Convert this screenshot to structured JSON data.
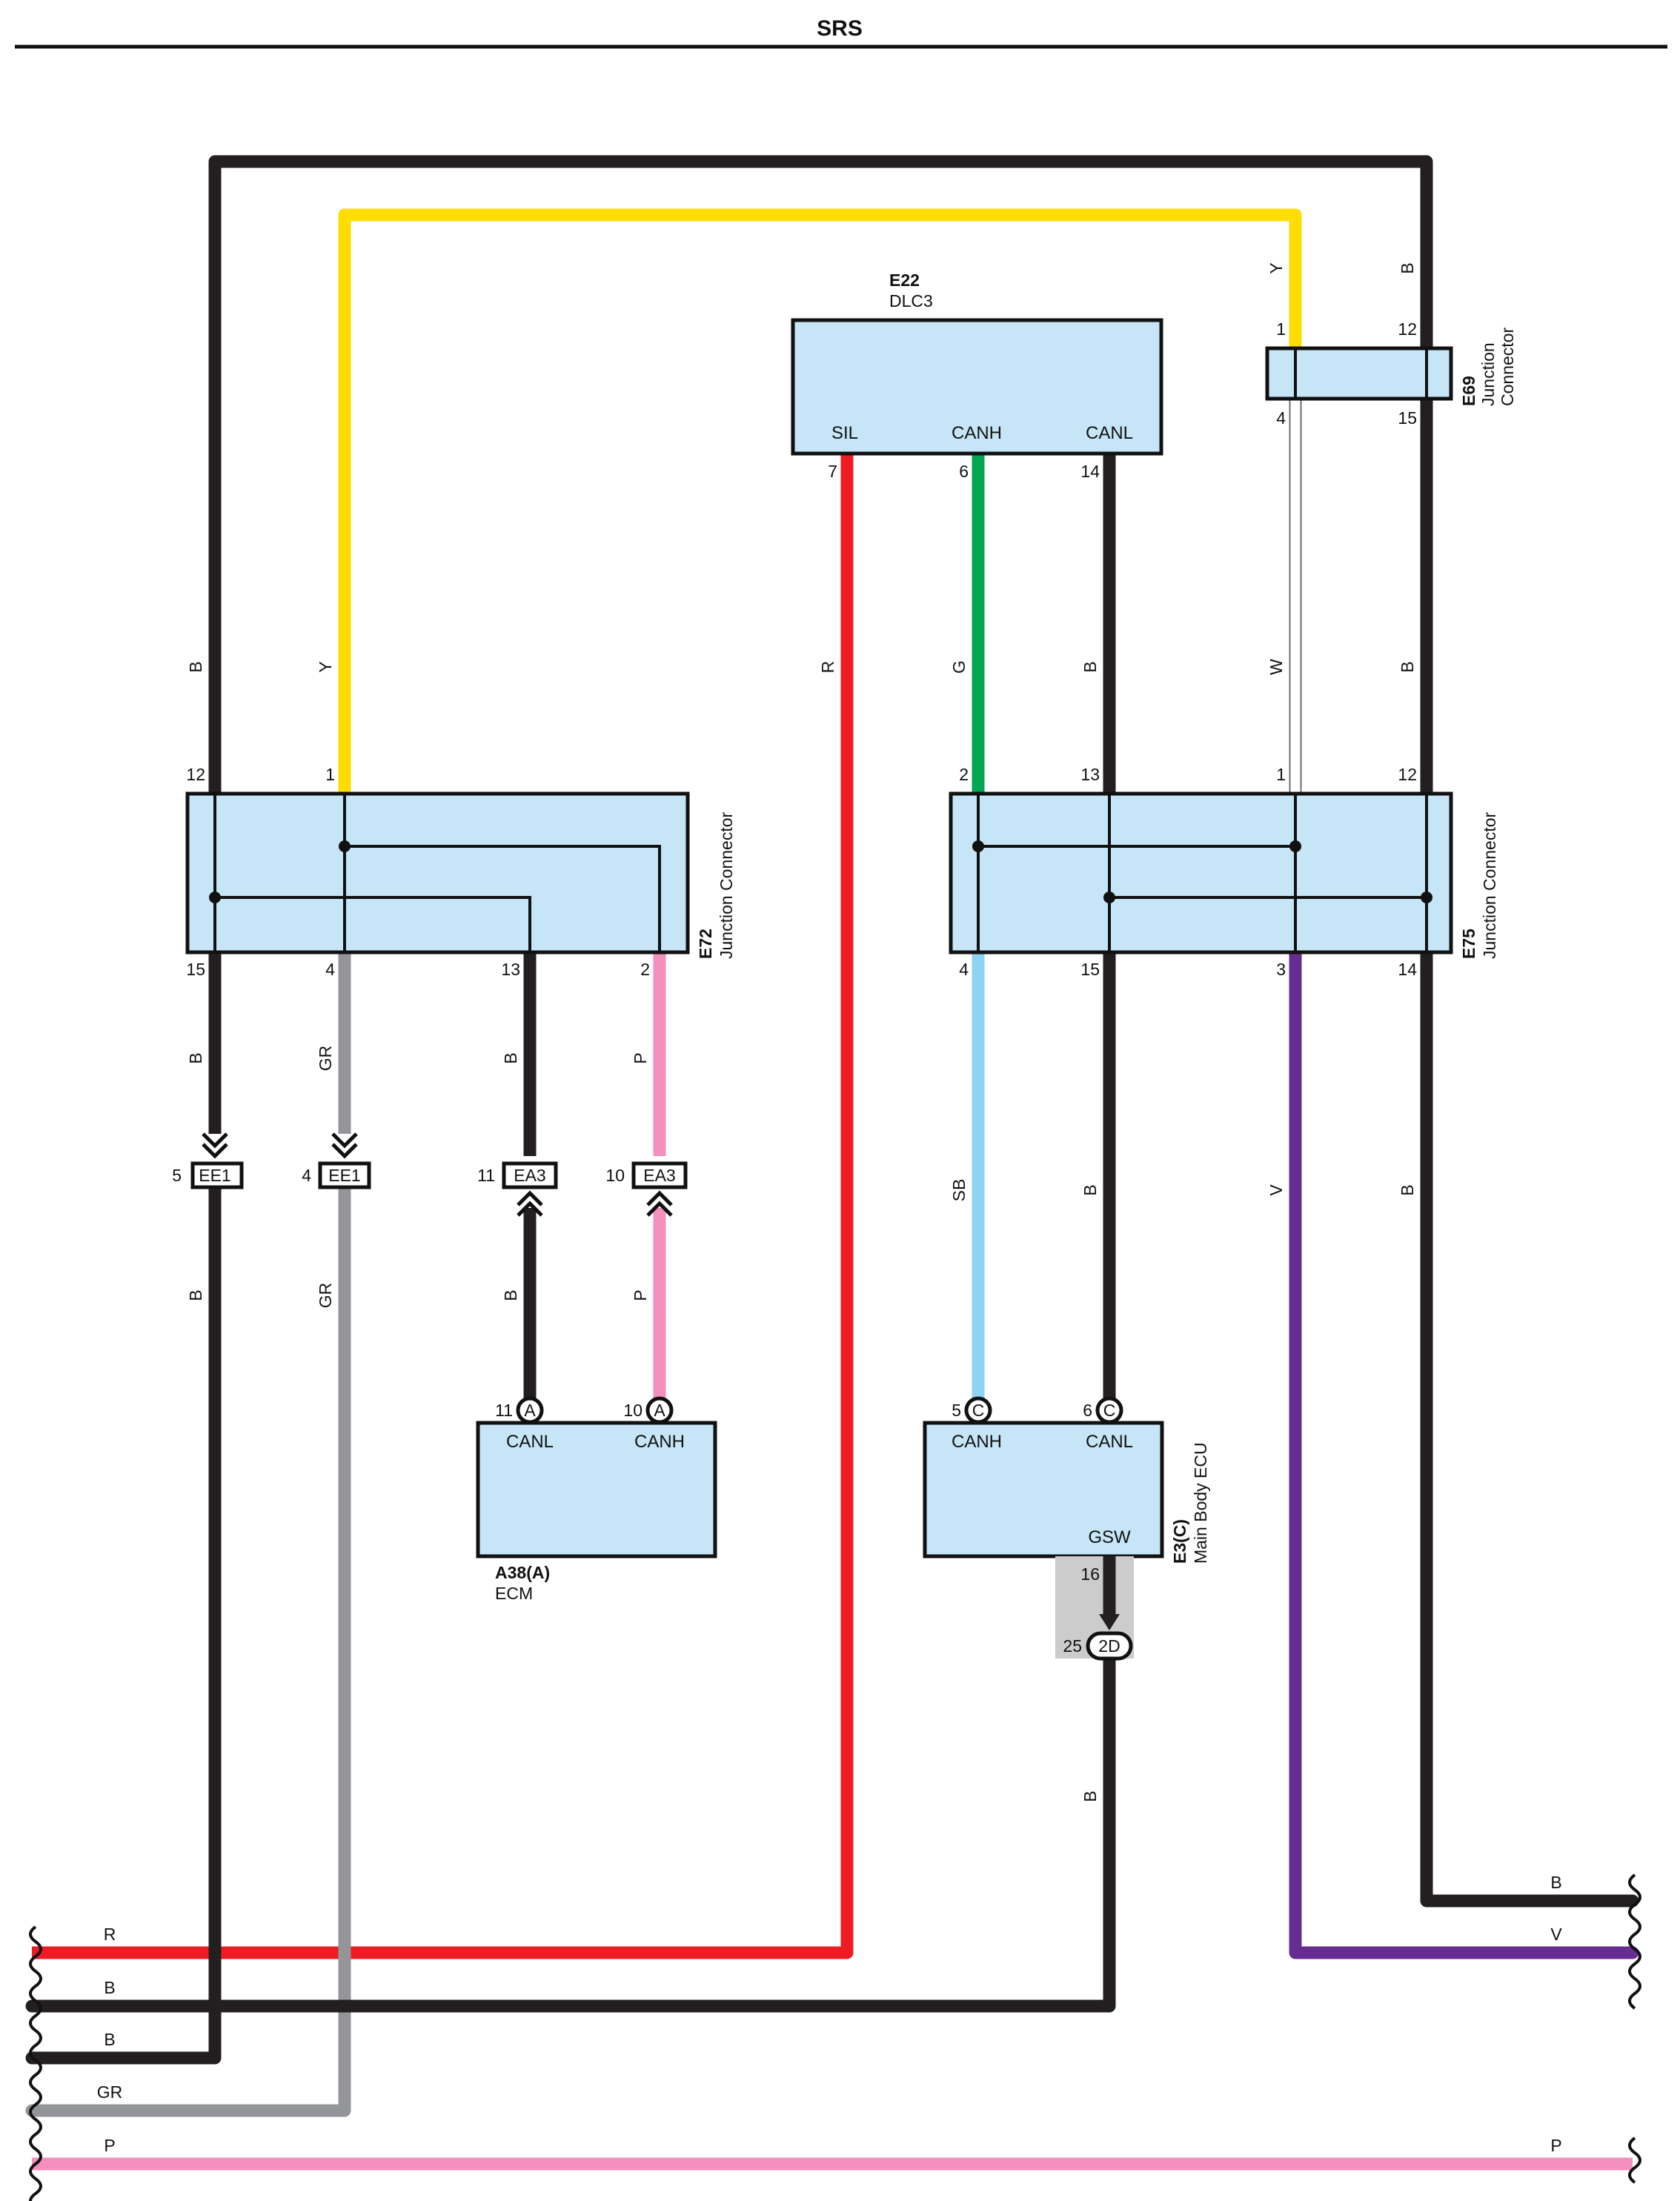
{
  "title": "SRS",
  "colors": {
    "B": "#231f20",
    "Y": "#ffdd00",
    "R": "#ed1c24",
    "G": "#00a651",
    "W": "#ffffff",
    "GR": "#939598",
    "P": "#f48fbe",
    "SB": "#8fd3f4",
    "V": "#662d91",
    "box_fill": "#c6e6f7",
    "shade": "#cccccc"
  },
  "components": {
    "e22": {
      "id": "E22",
      "name": "DLC3",
      "terminals": {
        "sil": "SIL",
        "canh": "CANH",
        "canl": "CANL"
      }
    },
    "e69": {
      "id": "E69",
      "name_line1": "Junction",
      "name_line2": "Connector"
    },
    "e72": {
      "id": "E72",
      "name": "Junction Connector"
    },
    "e75": {
      "id": "E75",
      "name": "Junction Connector"
    },
    "a38": {
      "id": "A38(A)",
      "name": "ECM",
      "terminals": {
        "canl": "CANL",
        "canh": "CANH"
      },
      "pin_letter": "A"
    },
    "e3": {
      "id": "E3(C)",
      "name": "Main Body ECU",
      "terminals": {
        "canh": "CANH",
        "canl": "CANL",
        "gsw": "GSW"
      },
      "pin_letter": "C"
    }
  },
  "pins": {
    "e22_sil": "7",
    "e22_canh": "6",
    "e22_canl": "14",
    "e69_y": "1",
    "e69_b_top": "12",
    "e69_w": "4",
    "e69_b_bot": "15",
    "e72_b_top": "12",
    "e72_y": "1",
    "e72_b_bot": "15",
    "e72_gr": "4",
    "e72_canl": "13",
    "e72_p": "2",
    "e75_g": "2",
    "e75_b_top": "13",
    "e75_w": "1",
    "e75_b_right": "12",
    "e75_sb": "4",
    "e75_b_bot": "15",
    "e75_v": "3",
    "e75_b_right_bot": "14",
    "ee1_b": "5",
    "ee1_gr": "4",
    "ea3_b": "11",
    "ea3_p": "10",
    "a38_canl": "11",
    "a38_canh": "10",
    "e3_canh": "5",
    "e3_canl": "6",
    "e3_gsw": "16",
    "j2d": "25"
  },
  "inline_connectors": {
    "ee1": "EE1",
    "ea3": "EA3",
    "j2d": "2D"
  },
  "wire_labels": {
    "B": "B",
    "Y": "Y",
    "R": "R",
    "G": "G",
    "W": "W",
    "GR": "GR",
    "P": "P",
    "SB": "SB",
    "V": "V"
  },
  "edge_labels": {
    "left": [
      "R",
      "B",
      "B",
      "GR",
      "P"
    ],
    "right": [
      "B",
      "V",
      "P"
    ]
  }
}
